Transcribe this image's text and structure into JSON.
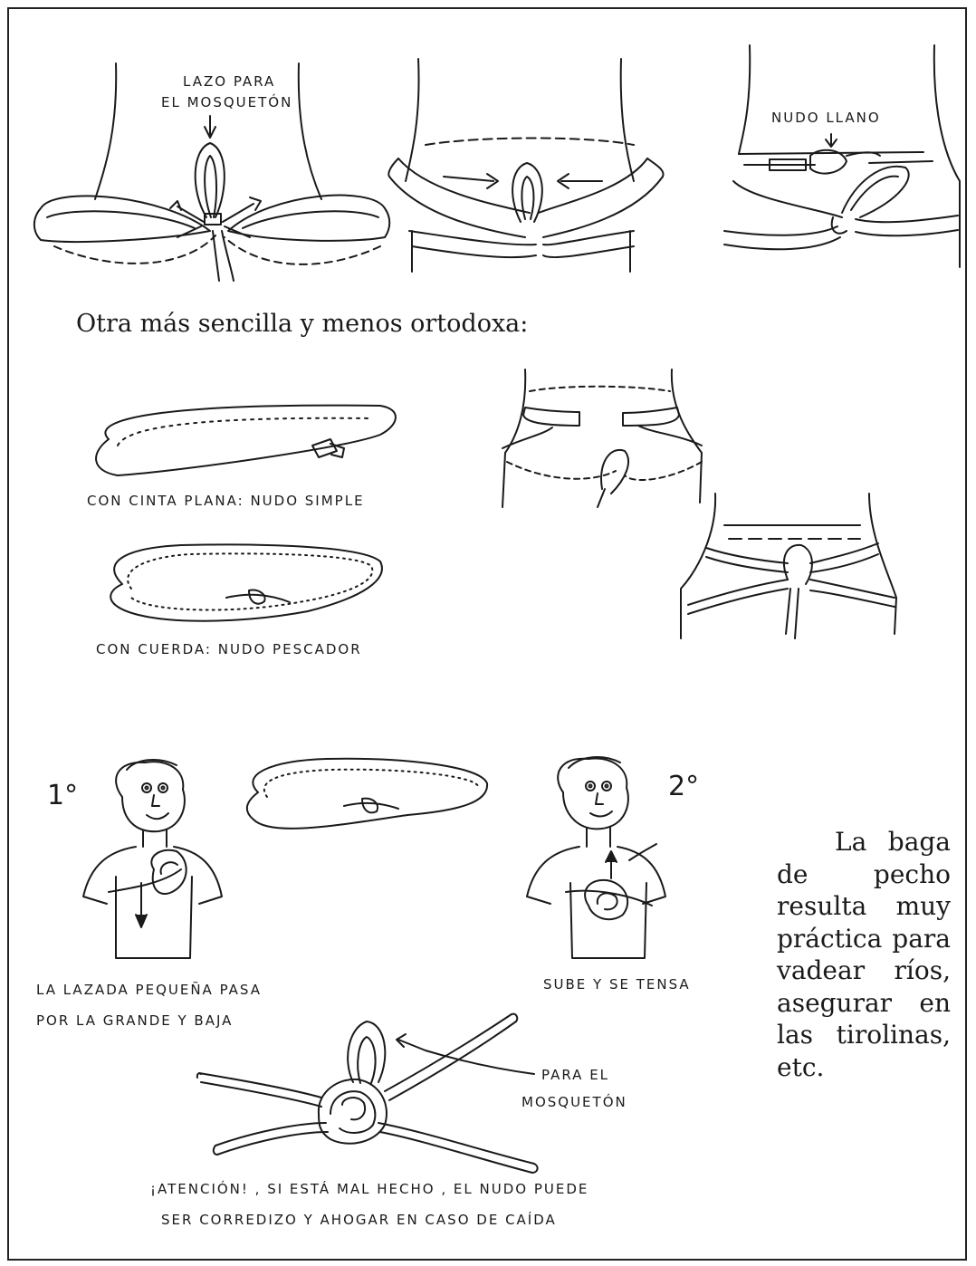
{
  "labels": {
    "lazo_line1": "LAZO PARA",
    "lazo_line2": "EL MOSQUETÓN",
    "nudo_llano": "NUDO LLANO",
    "cinta_plana": "CON CINTA PLANA: NUDO SIMPLE",
    "con_cuerda": "CON CUERDA: NUDO PESCADOR",
    "step1": "1°",
    "step2": "2°",
    "lazada_line1": "LA LAZADA PEQUEÑA PASA",
    "lazada_line2": "POR LA GRANDE Y BAJA",
    "sube": "SUBE Y SE TENSA",
    "para_el": "PARA EL",
    "mosqueton": "MOSQUETÓN",
    "atencion_line1": "¡ATENCIÓN! , SI ESTÁ MAL HECHO , EL NUDO PUEDE",
    "atencion_line2": "SER CORREDIZO Y AHOGAR EN CASO DE CAÍDA"
  },
  "caption": "Otra más sencilla y menos ortodoxa:",
  "sidenote": "La baga de pecho resulta muy práctica para vadear ríos, asegurar en las tirolinas, etc."
}
